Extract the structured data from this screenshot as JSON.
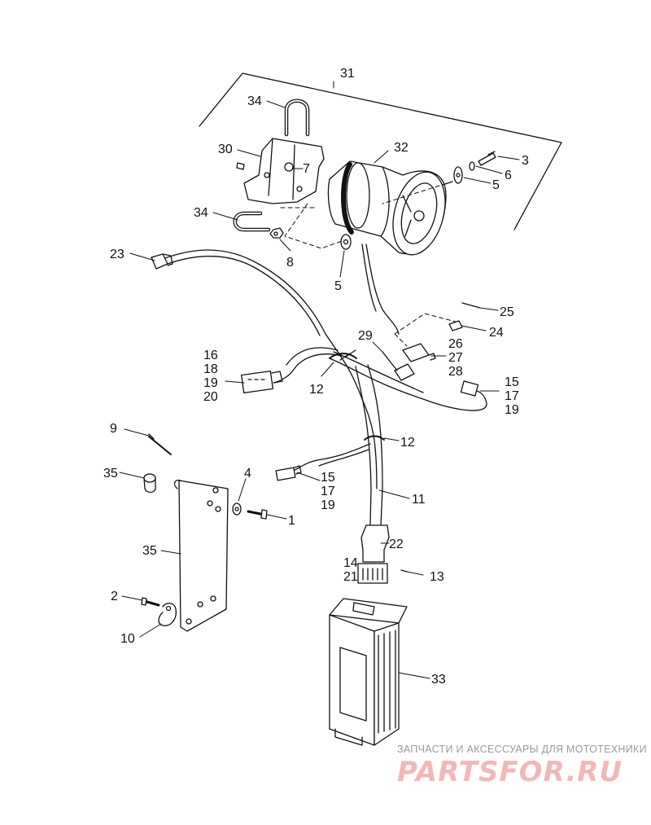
{
  "watermark": {
    "tagline": "ЗАПЧАСТИ И АКСЕССУАРЫ ДЛЯ МОТОТЕХНИКИ",
    "logo": "PARTSFOR.RU",
    "logo_color": "#f2b8b8"
  },
  "callouts": {
    "c31": "31",
    "c34a": "34",
    "c30": "30",
    "c32": "32",
    "c3": "3",
    "c7": "7",
    "c6": "6",
    "c5a": "5",
    "c34b": "34",
    "c8": "8",
    "c5b": "5",
    "c23": "23",
    "c25": "25",
    "c29": "29",
    "c24": "24",
    "c26": "26",
    "c27": "27",
    "c28": "28",
    "c16": "16",
    "c18": "18",
    "c19a": "19",
    "c20": "20",
    "c12a": "12",
    "c15a": "15",
    "c17a": "17",
    "c19b": "19",
    "c9": "9",
    "c12b": "12",
    "c35a": "35",
    "c4": "4",
    "c15b": "15",
    "c17b": "17",
    "c19c": "19",
    "c11": "11",
    "c1": "1",
    "c35b": "35",
    "c22": "22",
    "c14": "14",
    "c21": "21",
    "c13": "13",
    "c2": "2",
    "c10": "10",
    "c33": "33"
  }
}
